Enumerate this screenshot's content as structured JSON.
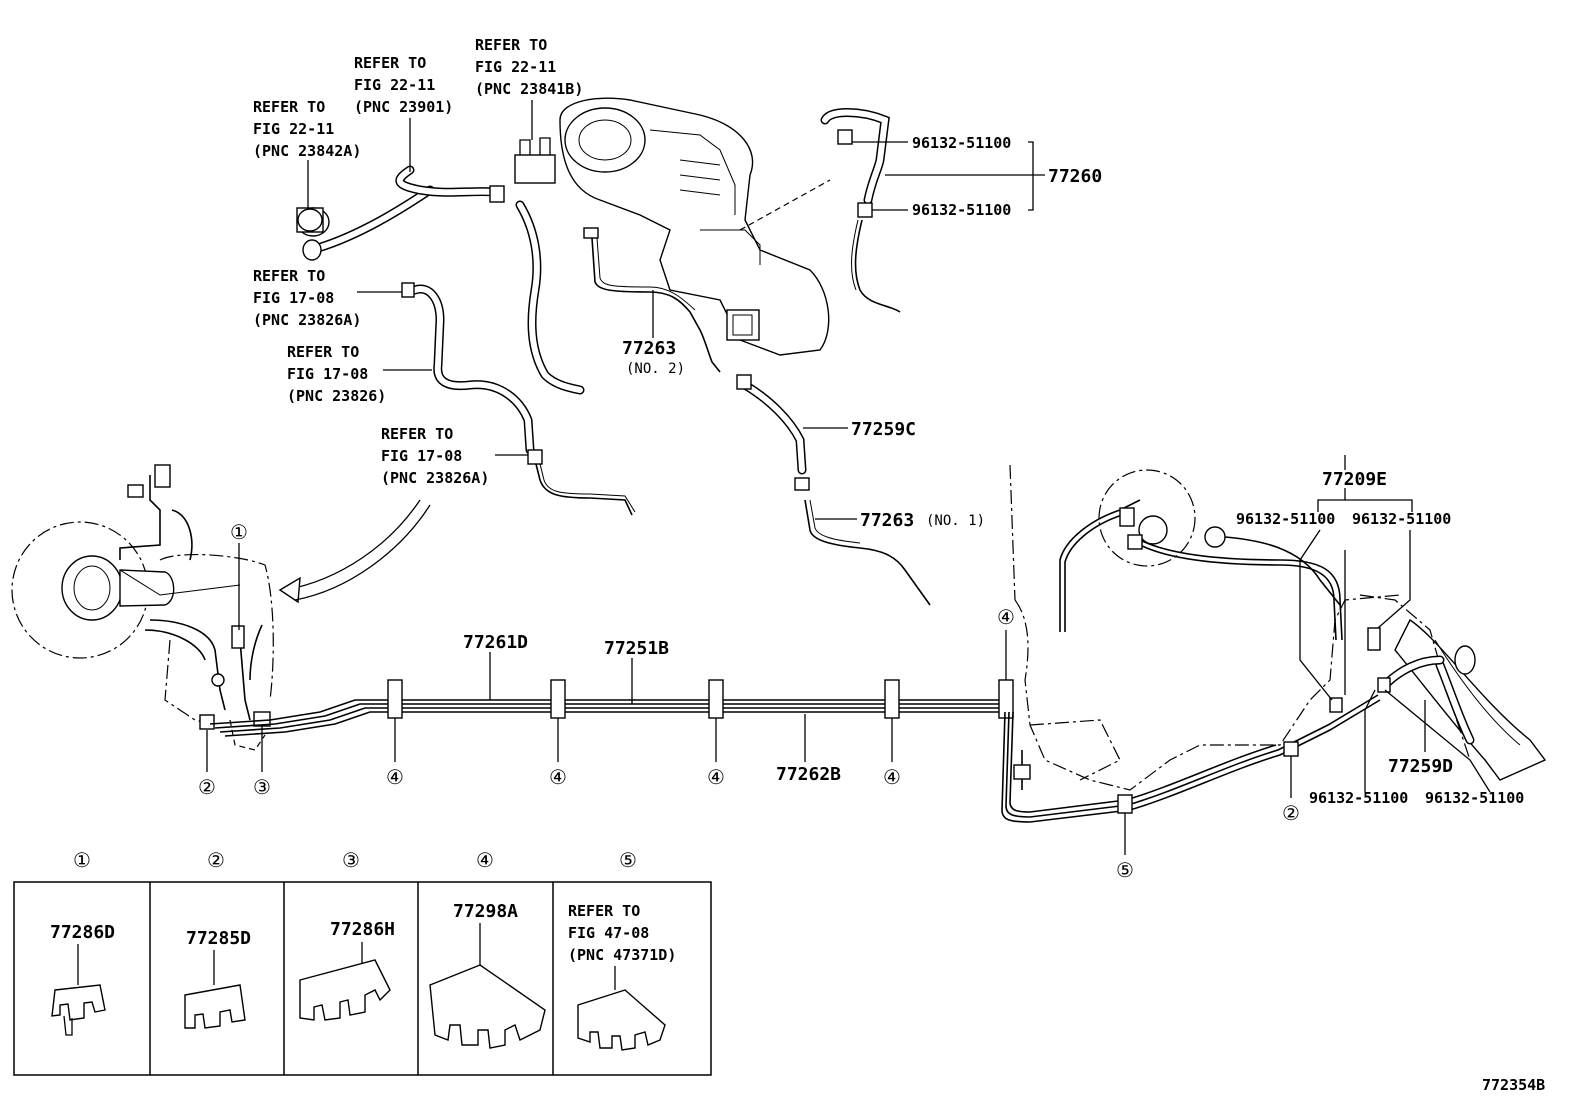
{
  "callouts": {
    "refer_a": [
      "REFER TO",
      "FIG 22-11",
      "(PNC 23842A)"
    ],
    "refer_b": [
      "REFER TO",
      "FIG 22-11",
      "(PNC 23901)"
    ],
    "refer_c": [
      "REFER TO",
      "FIG 22-11",
      "(PNC 23841B)"
    ],
    "refer_d": [
      "REFER TO",
      "FIG 17-08",
      "(PNC 23826A)"
    ],
    "refer_e": [
      "REFER TO",
      "FIG 17-08",
      "(PNC 23826)"
    ],
    "refer_f": [
      "REFER TO",
      "FIG 17-08",
      "(PNC 23826A)"
    ]
  },
  "parts": {
    "p96132_a": "96132-51100",
    "p96132_b": "96132-51100",
    "p77260": "77260",
    "p77263_2": "77263",
    "p77263_2_note": "(NO. 2)",
    "p77259c": "77259C",
    "p77263_1": "77263",
    "p77263_1_note": "(NO. 1)",
    "p77209e": "77209E",
    "p96132_c": "96132-51100",
    "p96132_d": "96132-51100",
    "p77261d": "77261D",
    "p77251b": "77251B",
    "p77262b": "77262B",
    "p77259d": "77259D",
    "p96132_e": "96132-51100",
    "p96132_f": "96132-51100"
  },
  "markers": {
    "c1": "①",
    "c2": "②",
    "c3": "③",
    "c4": "④",
    "c5": "⑤"
  },
  "legend": {
    "headers": [
      "①",
      "②",
      "③",
      "④",
      "⑤"
    ],
    "items": [
      "77286D",
      "77285D",
      "77286H",
      "77298A"
    ],
    "refer": [
      "REFER TO",
      "FIG 47-08",
      "(PNC 47371D)"
    ]
  },
  "diagram_id": "772354B"
}
